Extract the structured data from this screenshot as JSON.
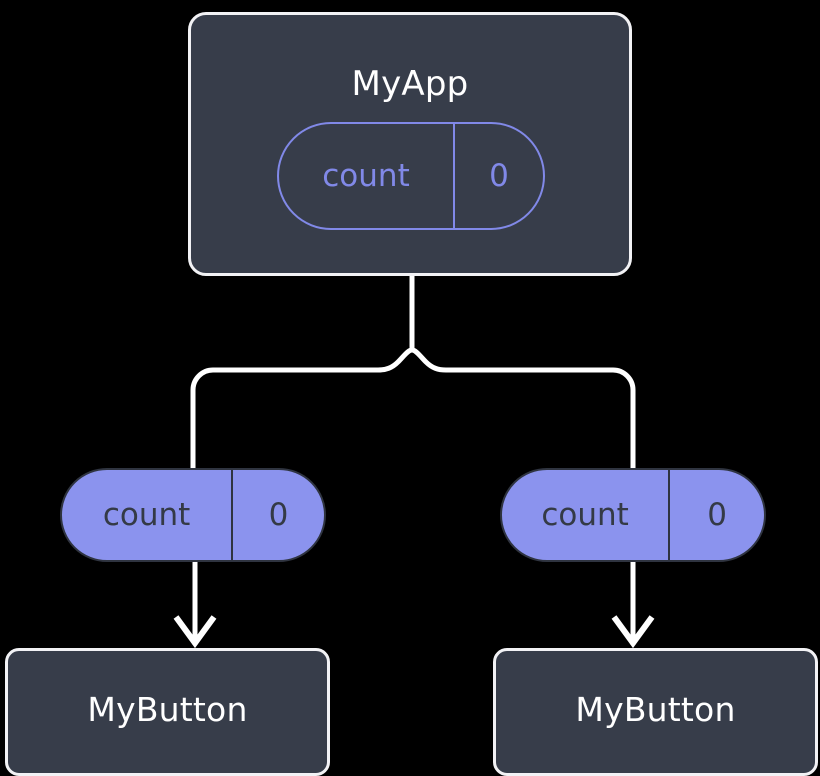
{
  "diagram": {
    "type": "component-tree",
    "title_present": false,
    "background_color": "#000000",
    "palette": {
      "component_fill": "#373D4A",
      "component_border": "#F2F2F5",
      "component_text": "#FFFFFF",
      "state_pill_fill": "#8B93EE",
      "state_pill_outline": "#8189E8",
      "state_pill_text_dark": "#343A46",
      "connector": "#FFFFFF"
    }
  },
  "root": {
    "name": "MyApp",
    "state": {
      "key": "count",
      "value": "0",
      "style": "outline"
    }
  },
  "branches": [
    {
      "id": "left",
      "state": {
        "key": "count",
        "value": "0",
        "style": "filled"
      },
      "child": {
        "name": "MyButton"
      }
    },
    {
      "id": "right",
      "state": {
        "key": "count",
        "value": "0",
        "style": "filled"
      },
      "child": {
        "name": "MyButton"
      }
    }
  ],
  "connectors": {
    "trunk_label": "",
    "arrow_count": 2,
    "branch_count": 2
  }
}
